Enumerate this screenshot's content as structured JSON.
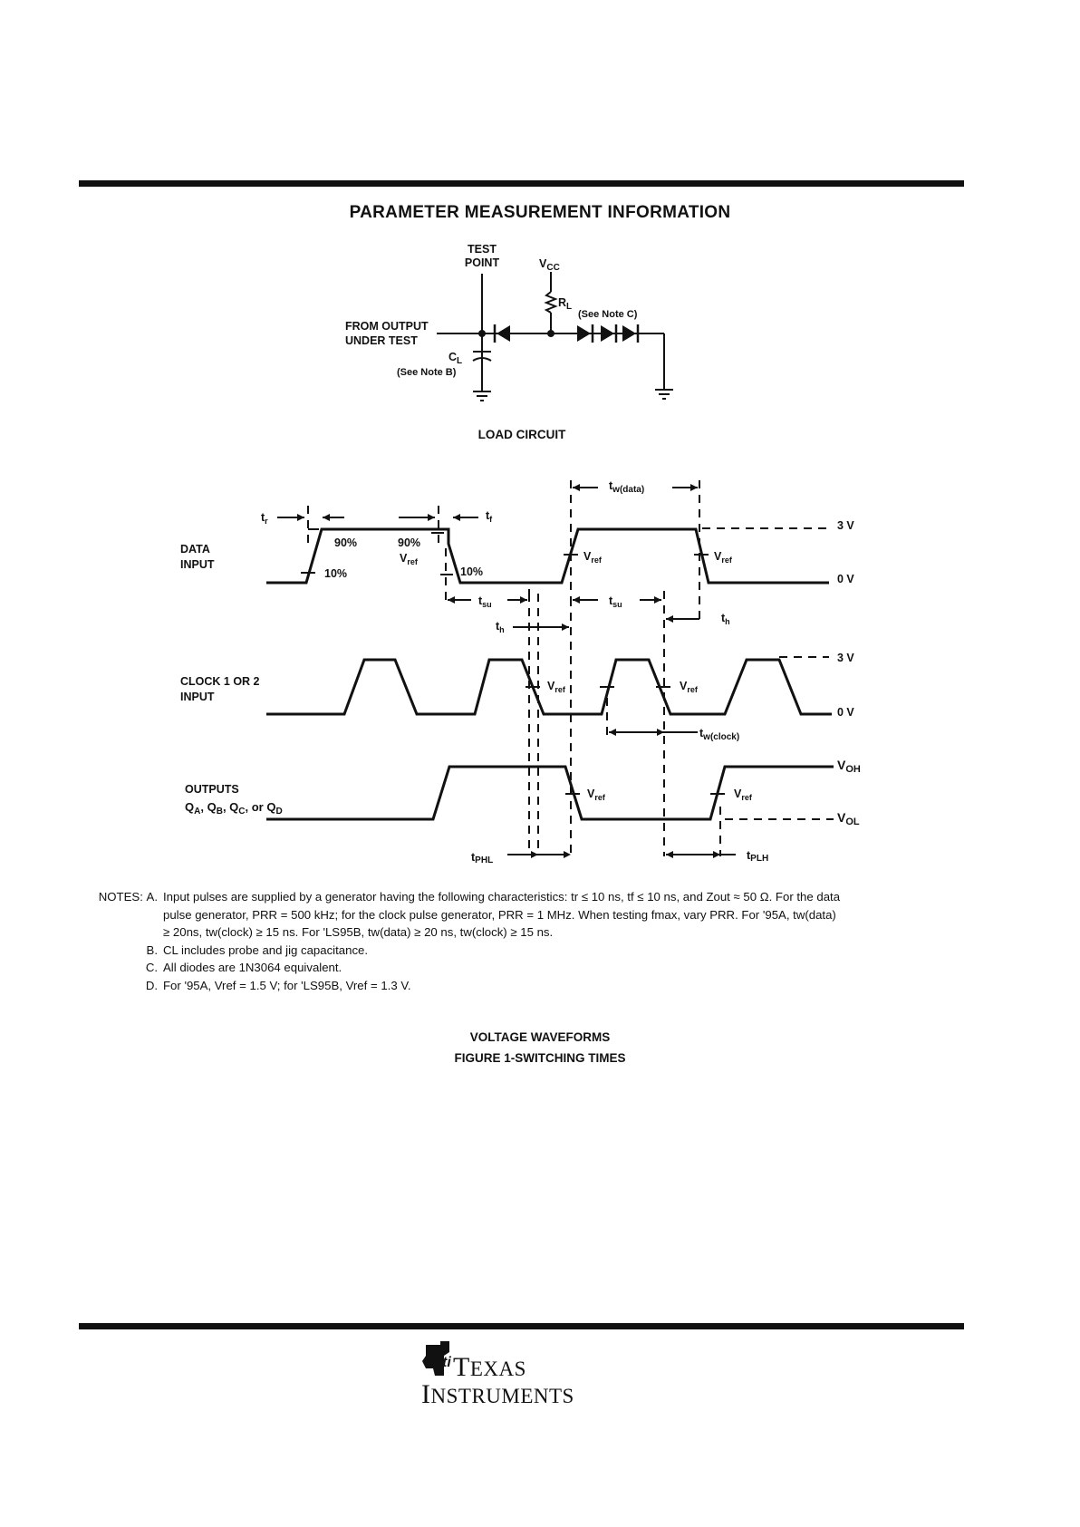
{
  "header": {
    "title": "PARAMETER MEASUREMENT INFORMATION"
  },
  "load_circuit": {
    "test_point": [
      "TEST",
      "POINT"
    ],
    "vcc": "V",
    "vcc_sub": "CC",
    "rl": "R",
    "rl_sub": "L",
    "rl_note": "(See Note C)",
    "from_output": [
      "FROM OUTPUT",
      "UNDER TEST"
    ],
    "cl": "C",
    "cl_sub": "L",
    "cl_note": "(See Note B)",
    "caption": "LOAD CIRCUIT"
  },
  "waveforms": {
    "data_input": [
      "DATA",
      "INPUT"
    ],
    "clock_input": [
      "CLOCK 1 OR 2",
      "INPUT"
    ],
    "outputs": "OUTPUTS",
    "outputs_q": [
      "Q",
      "A",
      ", Q",
      "B",
      ", Q",
      "C",
      ", or Q",
      "D"
    ],
    "tr": "t",
    "tr_sub": "r",
    "tf": "t",
    "tf_sub": "f",
    "pct90": "90%",
    "pct10": "10%",
    "vref": "V",
    "vref_sub": "ref",
    "tw_data": "t",
    "tw_data_sub": "w(data)",
    "tsu": "t",
    "tsu_sub": "su",
    "th": "t",
    "th_sub": "h",
    "tw_clock": "t",
    "tw_clock_sub": "w(clock)",
    "tphl": "t",
    "tphl_sub": "PHL",
    "tplh": "t",
    "tplh_sub": "PLH",
    "v3": "3 V",
    "v0": "0 V",
    "voh": "V",
    "voh_sub": "OH",
    "vol": "V",
    "vol_sub": "OL"
  },
  "notes": {
    "prefix": "NOTES:",
    "a_label": "A.",
    "a_line1": "Input pulses are supplied by a generator having the following characteristics: tr ≤ 10 ns, tf ≤ 10 ns, and Zout ≈ 50 Ω. For the data",
    "a_line2": "pulse generator, PRR = 500 kHz; for the clock pulse generator, PRR = 1 MHz. When testing fmax, vary PRR. For '95A, tw(data)",
    "a_line3": "≥ 20ns, tw(clock) ≥ 15 ns. For 'LS95B, tw(data) ≥ 20 ns, tw(clock) ≥ 15 ns.",
    "b_label": "B.",
    "b_text": "CL includes probe and jig capacitance.",
    "c_label": "C.",
    "c_text": "All diodes are 1N3064 equivalent.",
    "d_label": "D.",
    "d_text": "For '95A, Vref = 1.5 V; for 'LS95B, Vref = 1.3 V."
  },
  "captions": {
    "voltage_waveforms": "VOLTAGE WAVEFORMS",
    "figure": "FIGURE 1-SWITCHING TIMES"
  },
  "footer": {
    "logo_line1_a": "T",
    "logo_line1_b": "EXAS",
    "logo_line2_a": "I",
    "logo_line2_b": "NSTRUMENTS"
  }
}
